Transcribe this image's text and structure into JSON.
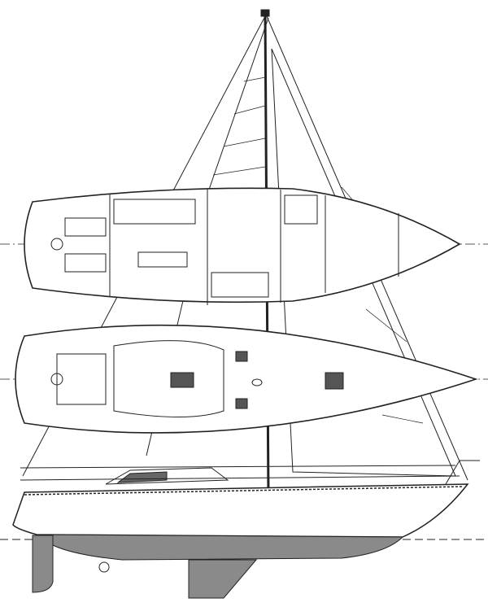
{
  "drawing": {
    "views": [
      "sail-plan",
      "interior-plan",
      "deck-plan",
      "hull-profile"
    ],
    "colors": {
      "ink": "#222222",
      "underbody_fill": "#8a8a8a",
      "background": "#ffffff"
    }
  }
}
